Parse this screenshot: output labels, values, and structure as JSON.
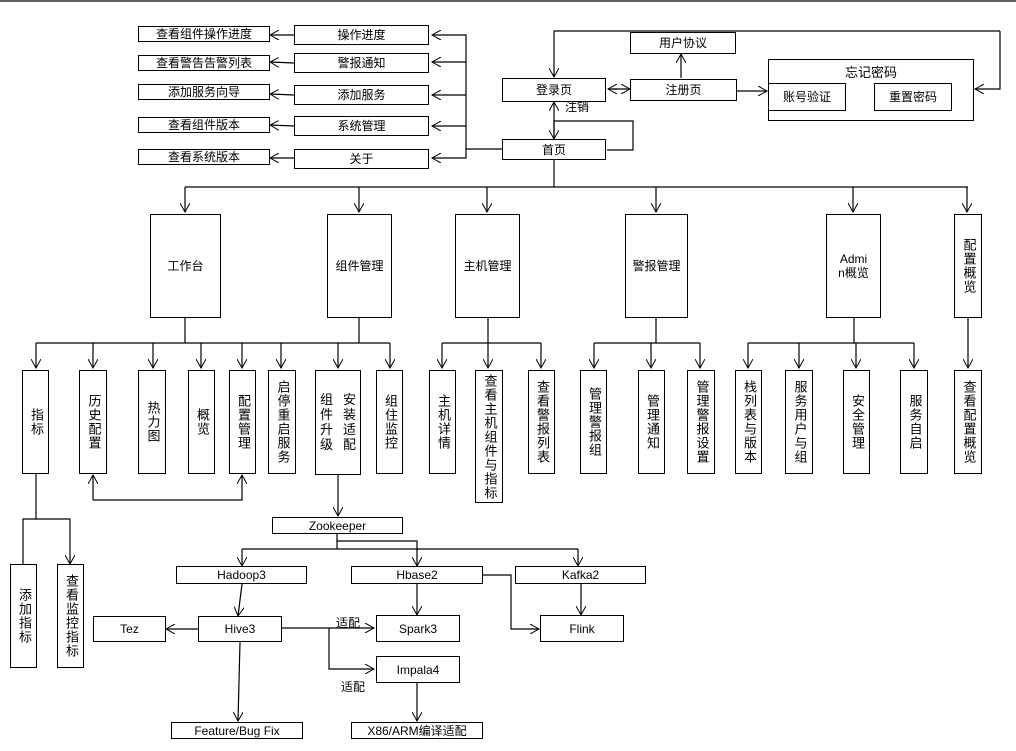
{
  "diagram": {
    "menu_items": [
      {
        "label": "操作进度",
        "target": "查看组件操作进度"
      },
      {
        "label": "警报通知",
        "target": "查看警告告警列表"
      },
      {
        "label": "添加服务",
        "target": "添加服务向导"
      },
      {
        "label": "系统管理",
        "target": "查看组件版本"
      },
      {
        "label": "关于",
        "target": "查看系统版本"
      }
    ],
    "auth": {
      "login": "登录页",
      "register": "注册页",
      "user_agreement": "用户协议",
      "forgot_password": {
        "title": "忘记密码",
        "verify": "账号验证",
        "reset": "重置密码"
      },
      "logout_label": "注销",
      "home": "首页"
    },
    "modules": [
      {
        "label": "工作台"
      },
      {
        "label": "组件管理"
      },
      {
        "label": "主机管理"
      },
      {
        "label": "警报管理"
      },
      {
        "label": "Admin概览"
      },
      {
        "label": "配置概览"
      }
    ],
    "workbench_children": [
      "指标",
      "历史配置",
      "热力图",
      "概览",
      "配置管理",
      "启停重启服务"
    ],
    "component_children": [
      "组件安装升级适配",
      "组住监控"
    ],
    "component_install_lines": [
      "组件",
      "安装",
      "升级",
      "适配"
    ],
    "host_children": [
      "主机详情",
      "查看主机组件与指标",
      "查看警报列表"
    ],
    "alert_children": [
      "管理警报组",
      "管理通知",
      "管理警报设置"
    ],
    "admin_children": [
      "栈列表与版本",
      "服务用户与组",
      "安全管理",
      "服务自启"
    ],
    "config_children": [
      "查看配置概览"
    ],
    "metric_children": [
      "添加指标",
      "查看监控指标"
    ],
    "components": {
      "zookeeper": "Zookeeper",
      "hadoop": "Hadoop3",
      "hbase": "Hbase2",
      "kafka": "Kafka2",
      "hive": "Hive3",
      "tez": "Tez",
      "spark": "Spark3",
      "flink": "Flink",
      "impala": "Impala4",
      "feature_fix": "Feature/Bug Fix",
      "x86_arm": "X86/ARM编译适配",
      "adapt_label_1": "适配",
      "adapt_label_2": "适配"
    }
  }
}
